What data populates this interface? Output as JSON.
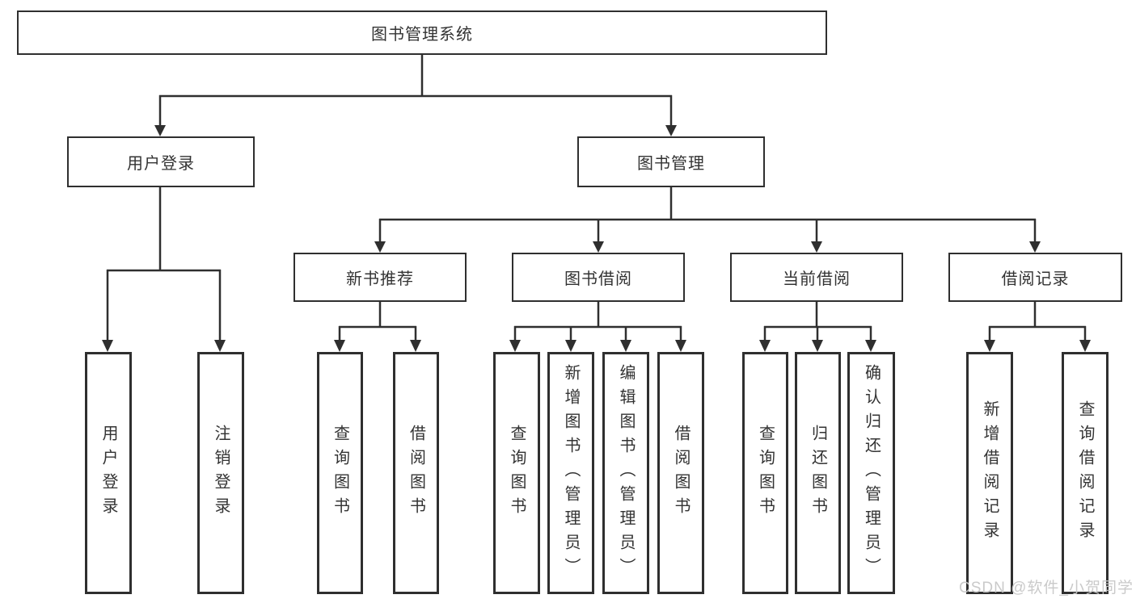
{
  "colors": {
    "line": "#2f2f2f",
    "box_border": "#2f2f2f",
    "box_background": "#ffffff",
    "text": "#333333",
    "watermark": "#c7c7c7"
  },
  "diagram": {
    "root": {
      "label": "图书管理系统"
    },
    "branches": [
      {
        "label": "用户登录",
        "children": [
          "用户登录",
          "注销登录"
        ]
      },
      {
        "label": "图书管理",
        "sections": [
          {
            "label": "新书推荐",
            "children": [
              "查询图书",
              "借阅图书"
            ]
          },
          {
            "label": "图书借阅",
            "children": [
              "查询图书",
              "新增图书（管理员）",
              "编辑图书（管理员）",
              "借阅图书"
            ]
          },
          {
            "label": "当前借阅",
            "children": [
              "查询图书",
              "归还图书",
              "确认归还（管理员）"
            ]
          },
          {
            "label": "借阅记录",
            "children": [
              "新增借阅记录",
              "查询借阅记录"
            ]
          }
        ]
      }
    ],
    "watermark": "CSDN @软件_小贺同学"
  }
}
